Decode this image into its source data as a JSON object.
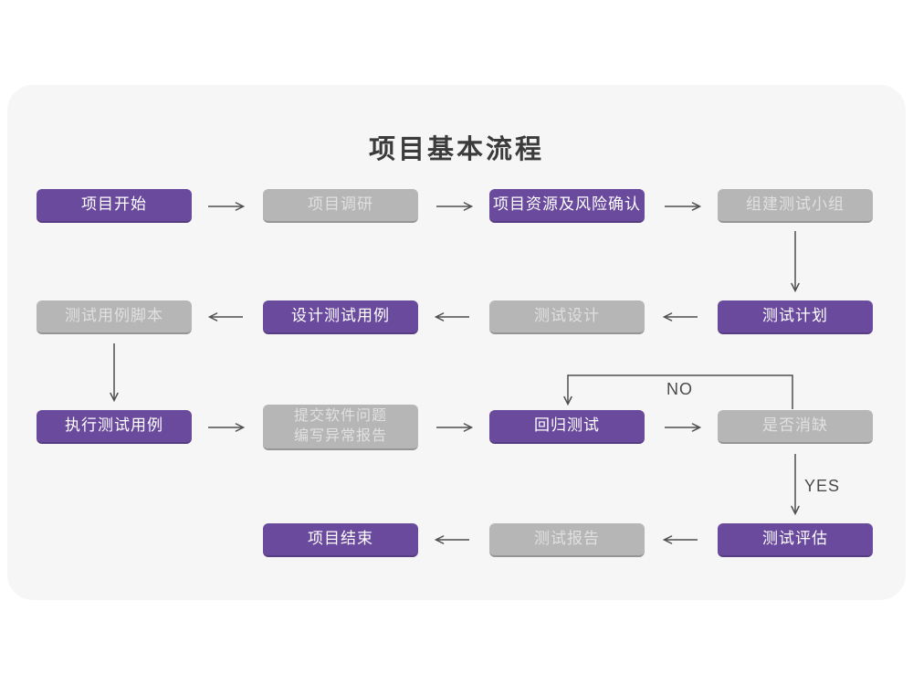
{
  "title": "项目基本流程",
  "labels": {
    "no": "NO",
    "yes": "YES"
  },
  "colors": {
    "node_purple": "#6A4A9D",
    "node_gray": "#B6B6B6",
    "purple_text": "#FFFFFF",
    "gray_text": "#E0E0E0",
    "card_background": "#F6F6F7",
    "page_background": "#FFFFFF",
    "arrow": "#4F4F4F",
    "title_text": "#3B3B3B"
  },
  "nodes": {
    "project_start": {
      "label": "项目开始",
      "variant": "purple"
    },
    "project_research": {
      "label": "项目调研",
      "variant": "gray"
    },
    "resources_risk": {
      "label": "项目资源及风险确认",
      "variant": "purple"
    },
    "build_team": {
      "label": "组建测试小组",
      "variant": "gray"
    },
    "test_case_script": {
      "label": "测试用例脚本",
      "variant": "gray"
    },
    "design_test_case": {
      "label": "设计测试用例",
      "variant": "purple"
    },
    "test_design": {
      "label": "测试设计",
      "variant": "gray"
    },
    "test_plan": {
      "label": "测试计划",
      "variant": "purple"
    },
    "execute_test_case": {
      "label": "执行测试用例",
      "variant": "purple"
    },
    "submit_issue": {
      "label_line1": "提交软件问题",
      "label_line2": "编写异常报告",
      "variant": "gray"
    },
    "regression_test": {
      "label": "回归测试",
      "variant": "purple"
    },
    "defect_cleared": {
      "label": "是否消缺",
      "variant": "gray"
    },
    "project_end": {
      "label": "项目结束",
      "variant": "purple"
    },
    "test_report": {
      "label": "测试报告",
      "variant": "gray"
    },
    "test_evaluate": {
      "label": "测试评估",
      "variant": "purple"
    }
  }
}
